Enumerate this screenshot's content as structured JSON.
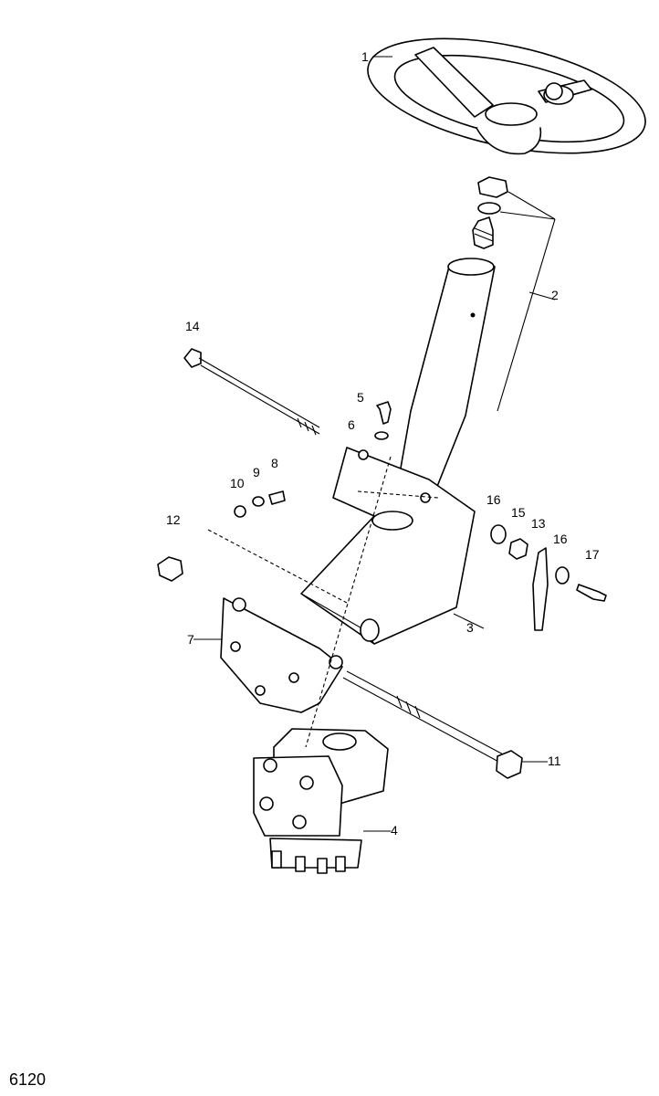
{
  "figure_number": "6120",
  "callouts": [
    {
      "id": "c1",
      "label": "1"
    },
    {
      "id": "c2",
      "label": "2"
    },
    {
      "id": "c3",
      "label": "3"
    },
    {
      "id": "c4",
      "label": "4"
    },
    {
      "id": "c5",
      "label": "5"
    },
    {
      "id": "c6",
      "label": "6"
    },
    {
      "id": "c7",
      "label": "7"
    },
    {
      "id": "c8",
      "label": "8"
    },
    {
      "id": "c9",
      "label": "9"
    },
    {
      "id": "c10",
      "label": "10"
    },
    {
      "id": "c11",
      "label": "11"
    },
    {
      "id": "c12",
      "label": "12"
    },
    {
      "id": "c13",
      "label": "13"
    },
    {
      "id": "c14",
      "label": "14"
    },
    {
      "id": "c15",
      "label": "15"
    },
    {
      "id": "c16a",
      "label": "16"
    },
    {
      "id": "c16b",
      "label": "16"
    },
    {
      "id": "c17",
      "label": "17"
    }
  ]
}
